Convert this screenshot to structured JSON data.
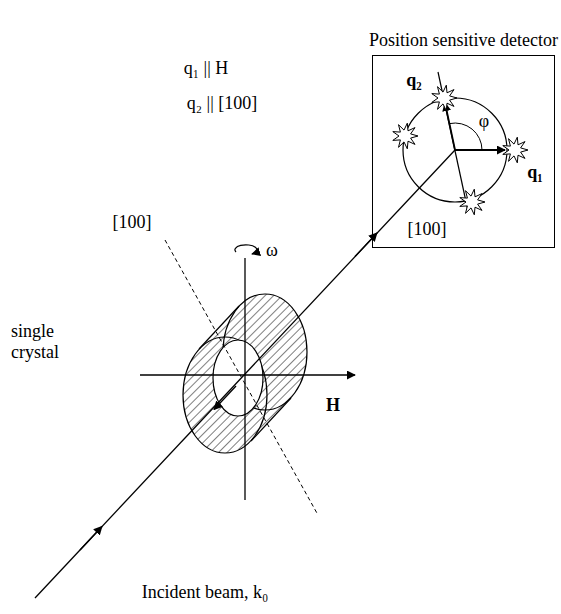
{
  "diagram": {
    "nodes": [
      {
        "text": [
          "Position sensitive detector"
        ]
      }
    ],
    "labels": [
      "q₁ || H",
      "q₂ || [100]",
      "q₂",
      "φ",
      "q₁",
      "[100]",
      "[100]",
      "ω",
      "single crystal",
      "H",
      "Incident beam, k₀"
    ]
  }
}
